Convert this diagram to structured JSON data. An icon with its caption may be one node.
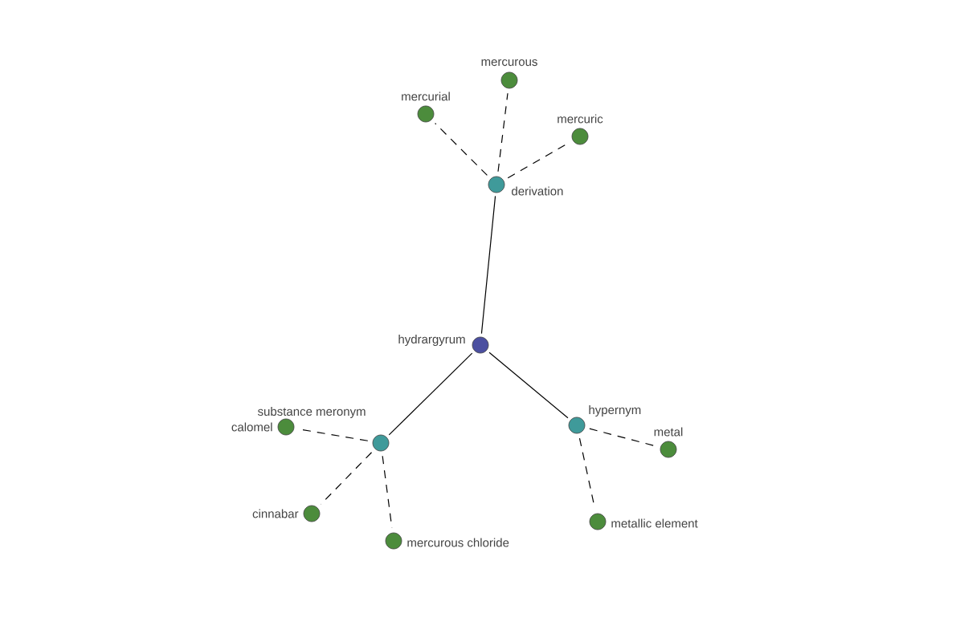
{
  "diagram": {
    "nodes": [
      {
        "text": [
          "hydrargyrum"
        ]
      },
      {
        "text": [
          "derivation"
        ]
      },
      {
        "text": [
          "mercurial"
        ]
      },
      {
        "text": [
          "mercurous"
        ]
      },
      {
        "text": [
          "mercuric"
        ]
      },
      {
        "text": [
          "substance meronym"
        ]
      },
      {
        "text": [
          "calomel"
        ]
      },
      {
        "text": [
          "cinnabar"
        ]
      },
      {
        "text": [
          "mercurous chloride"
        ]
      },
      {
        "text": [
          "hypernym"
        ]
      },
      {
        "text": [
          "metal"
        ]
      },
      {
        "text": [
          "metallic element"
        ]
      }
    ],
    "edges": [
      {
        "from": 0,
        "to": 1,
        "arrow": "none"
      },
      {
        "from": 1,
        "to": 2,
        "arrow": "none",
        "style": "dashed"
      },
      {
        "from": 1,
        "to": 3,
        "arrow": "none",
        "style": "dashed"
      },
      {
        "from": 1,
        "to": 4,
        "arrow": "none",
        "style": "dashed"
      },
      {
        "from": 0,
        "to": 5,
        "arrow": "none"
      },
      {
        "from": 5,
        "to": 6,
        "arrow": "none",
        "style": "dashed"
      },
      {
        "from": 5,
        "to": 7,
        "arrow": "none",
        "style": "dashed"
      },
      {
        "from": 5,
        "to": 8,
        "arrow": "none",
        "style": "dashed"
      },
      {
        "from": 0,
        "to": 9,
        "arrow": "none"
      },
      {
        "from": 9,
        "to": 10,
        "arrow": "none",
        "style": "dashed"
      },
      {
        "from": 9,
        "to": 11,
        "arrow": "none",
        "style": "dashed"
      }
    ]
  }
}
